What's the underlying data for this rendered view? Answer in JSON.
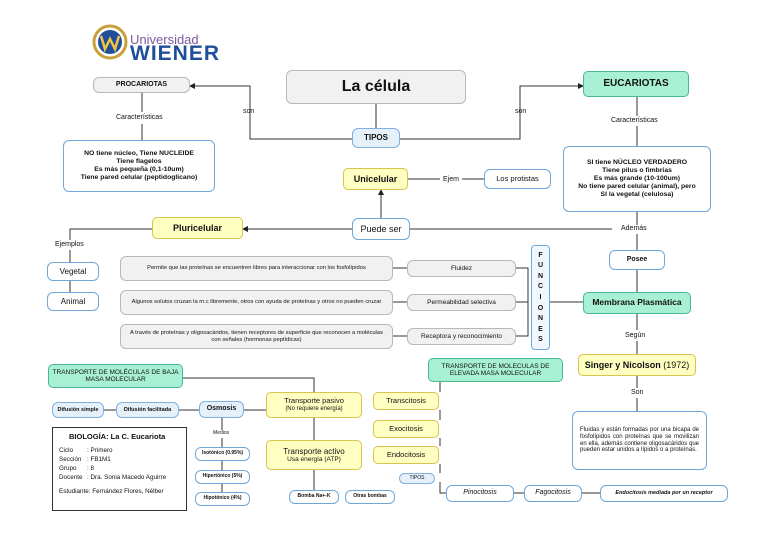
{
  "logo": {
    "line1": "Universidad",
    "line2": "WIENER"
  },
  "title": "La célula",
  "tipos": "TIPOS",
  "son_left": "son",
  "son_right": "son",
  "procariotas": {
    "label": "PROCARIOTAS",
    "caracteristicas": "Características",
    "lines": [
      "NO tiene núcleo, Tiene NUCLEIDE",
      "Tiene flagelos",
      "Es más pequeña (0,1-10um)",
      "Tiene pared celular (peptidoglicano)"
    ]
  },
  "eucariotas": {
    "label": "EUCARIOTAS",
    "caracteristicas": "Características",
    "lines": [
      "SI tiene NÚCLEO VERDADERO",
      "Tiene pilus o fimbrias",
      "Es más grande (10-100um)",
      "No tiene pared celular (animal), pero",
      "SI la vegetal (celulosa)"
    ],
    "ademas": "Además",
    "posee": "Posee"
  },
  "unicelular": {
    "label": "Unicelular",
    "ejem": "Ejem",
    "protistas": "Los protistas"
  },
  "puede_ser": "Puede ser",
  "pluricelular": {
    "label": "Pluricelular",
    "ejemplos": "Ejemplos",
    "vegetal": "Vegetal",
    "animal": "Animal"
  },
  "funciones_letters": [
    "F",
    "U",
    "N",
    "C",
    "I",
    "O",
    "N",
    "E",
    "S"
  ],
  "functions": [
    {
      "desc": "Permite que las proteínas se encuentren libres para interaccionar con los fosfolípidos",
      "name": "Fluidez"
    },
    {
      "desc": "Algunos solutos cruzan la m.c libremente, otros con ayuda de proteínas y otros no pueden cruzar",
      "name": "Permeabilidad selectiva"
    },
    {
      "desc": "A través de proteínas y oligosacáridos, tienen receptores de superficie que reconocen a moléculas con señales (hormonas peptídicas)",
      "name": "Receptora y reconocimiento"
    }
  ],
  "membrana": "Membrana Plasmática",
  "segun": "Según",
  "singer": {
    "name": "Singer y Nicolson",
    "year": "(1972)"
  },
  "son_lower": "Son",
  "modelo_desc": "Fluidas y están formadas por una bicapa de fosfolípidos con proteínas que se movilizan en ella, además contiene oligosacáridos que pueden estar unidos a lípidos o a proteínas.",
  "transporte_baja": "TRANSPORTE DE MOLÉCULAS DE BAJA MASA MOLECULAR",
  "transporte_elevada": "TRANSPORTE DE MOLECULAS DE ELEVADA MASA MOLECULAR",
  "difusion_simple": "Difusión simple",
  "difusion_facilitada": "Difusión facilitada",
  "osmosis": "Osmosis",
  "transporte_pasivo": {
    "title": "Transporte pasivo",
    "sub": "(No requiere energía)"
  },
  "transporte_activo": {
    "title": "Transporte activo",
    "sub": "Usa energía (ATP)"
  },
  "medios": "Medios",
  "isotonico": "Isotónico (0.95%)",
  "hipertonico": "Hipertónico (5%)",
  "hipotonico": "Hipotónico (4%)",
  "bomba": "Bomba Na+-K",
  "otras_bombas": "Otras bombas",
  "transcitosis": "Transcitosis",
  "exocitosis": "Exocitosis",
  "endocitosis": "Endocitosis",
  "tipos_small": "TIPOS",
  "pinocitosis": "Pinocitosis",
  "fagocitosis": "Fagocitosis",
  "endocitosis_receptor": "Endocitosis mediada por un receptor",
  "info": {
    "title": "BIOLOGÍA: La C. Eucariota",
    "rows": [
      {
        "k": "Ciclo",
        "v": ": Primero"
      },
      {
        "k": "Sección",
        "v": ": FB1M1"
      },
      {
        "k": "Grupo",
        "v": ": 8"
      },
      {
        "k": "Docente",
        "v": ": Dra. Sonia Macedo Aguirre"
      }
    ],
    "student": "Estudiante: Fernández Flores, Nélber"
  },
  "colors": {
    "teal": "#a8f0d4",
    "yellow": "#ffffc2",
    "grey": "#f1f1f1",
    "blue_border": "#6fa8d8",
    "logo_blue": "#1f4e9b"
  }
}
